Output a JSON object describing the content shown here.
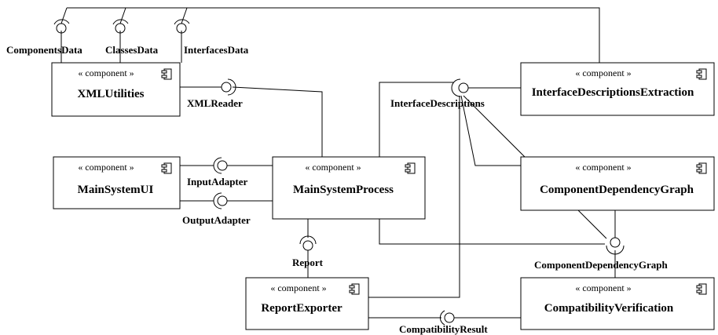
{
  "stereotype": "« component »",
  "components": {
    "xml_utilities": "XMLUtilities",
    "main_system_ui": "MainSystemUI",
    "main_system_process": "MainSystemProcess",
    "report_exporter": "ReportExporter",
    "interface_descriptions_extraction": "InterfaceDescriptionsExtraction",
    "component_dependency_graph": "ComponentDependencyGraph",
    "compatibility_verification": "CompatibilityVerification"
  },
  "interfaces": {
    "components_data": "ComponentsData",
    "classes_data": "ClassesData",
    "interfaces_data": "InterfacesData",
    "xml_reader": "XMLReader",
    "input_adapter": "InputAdapter",
    "output_adapter": "OutputAdapter",
    "report": "Report",
    "interface_descriptions": "InterfaceDescriptions",
    "component_dependency_graph": "ComponentDependencyGraph",
    "compatibility_result": "CompatibilityResult"
  }
}
